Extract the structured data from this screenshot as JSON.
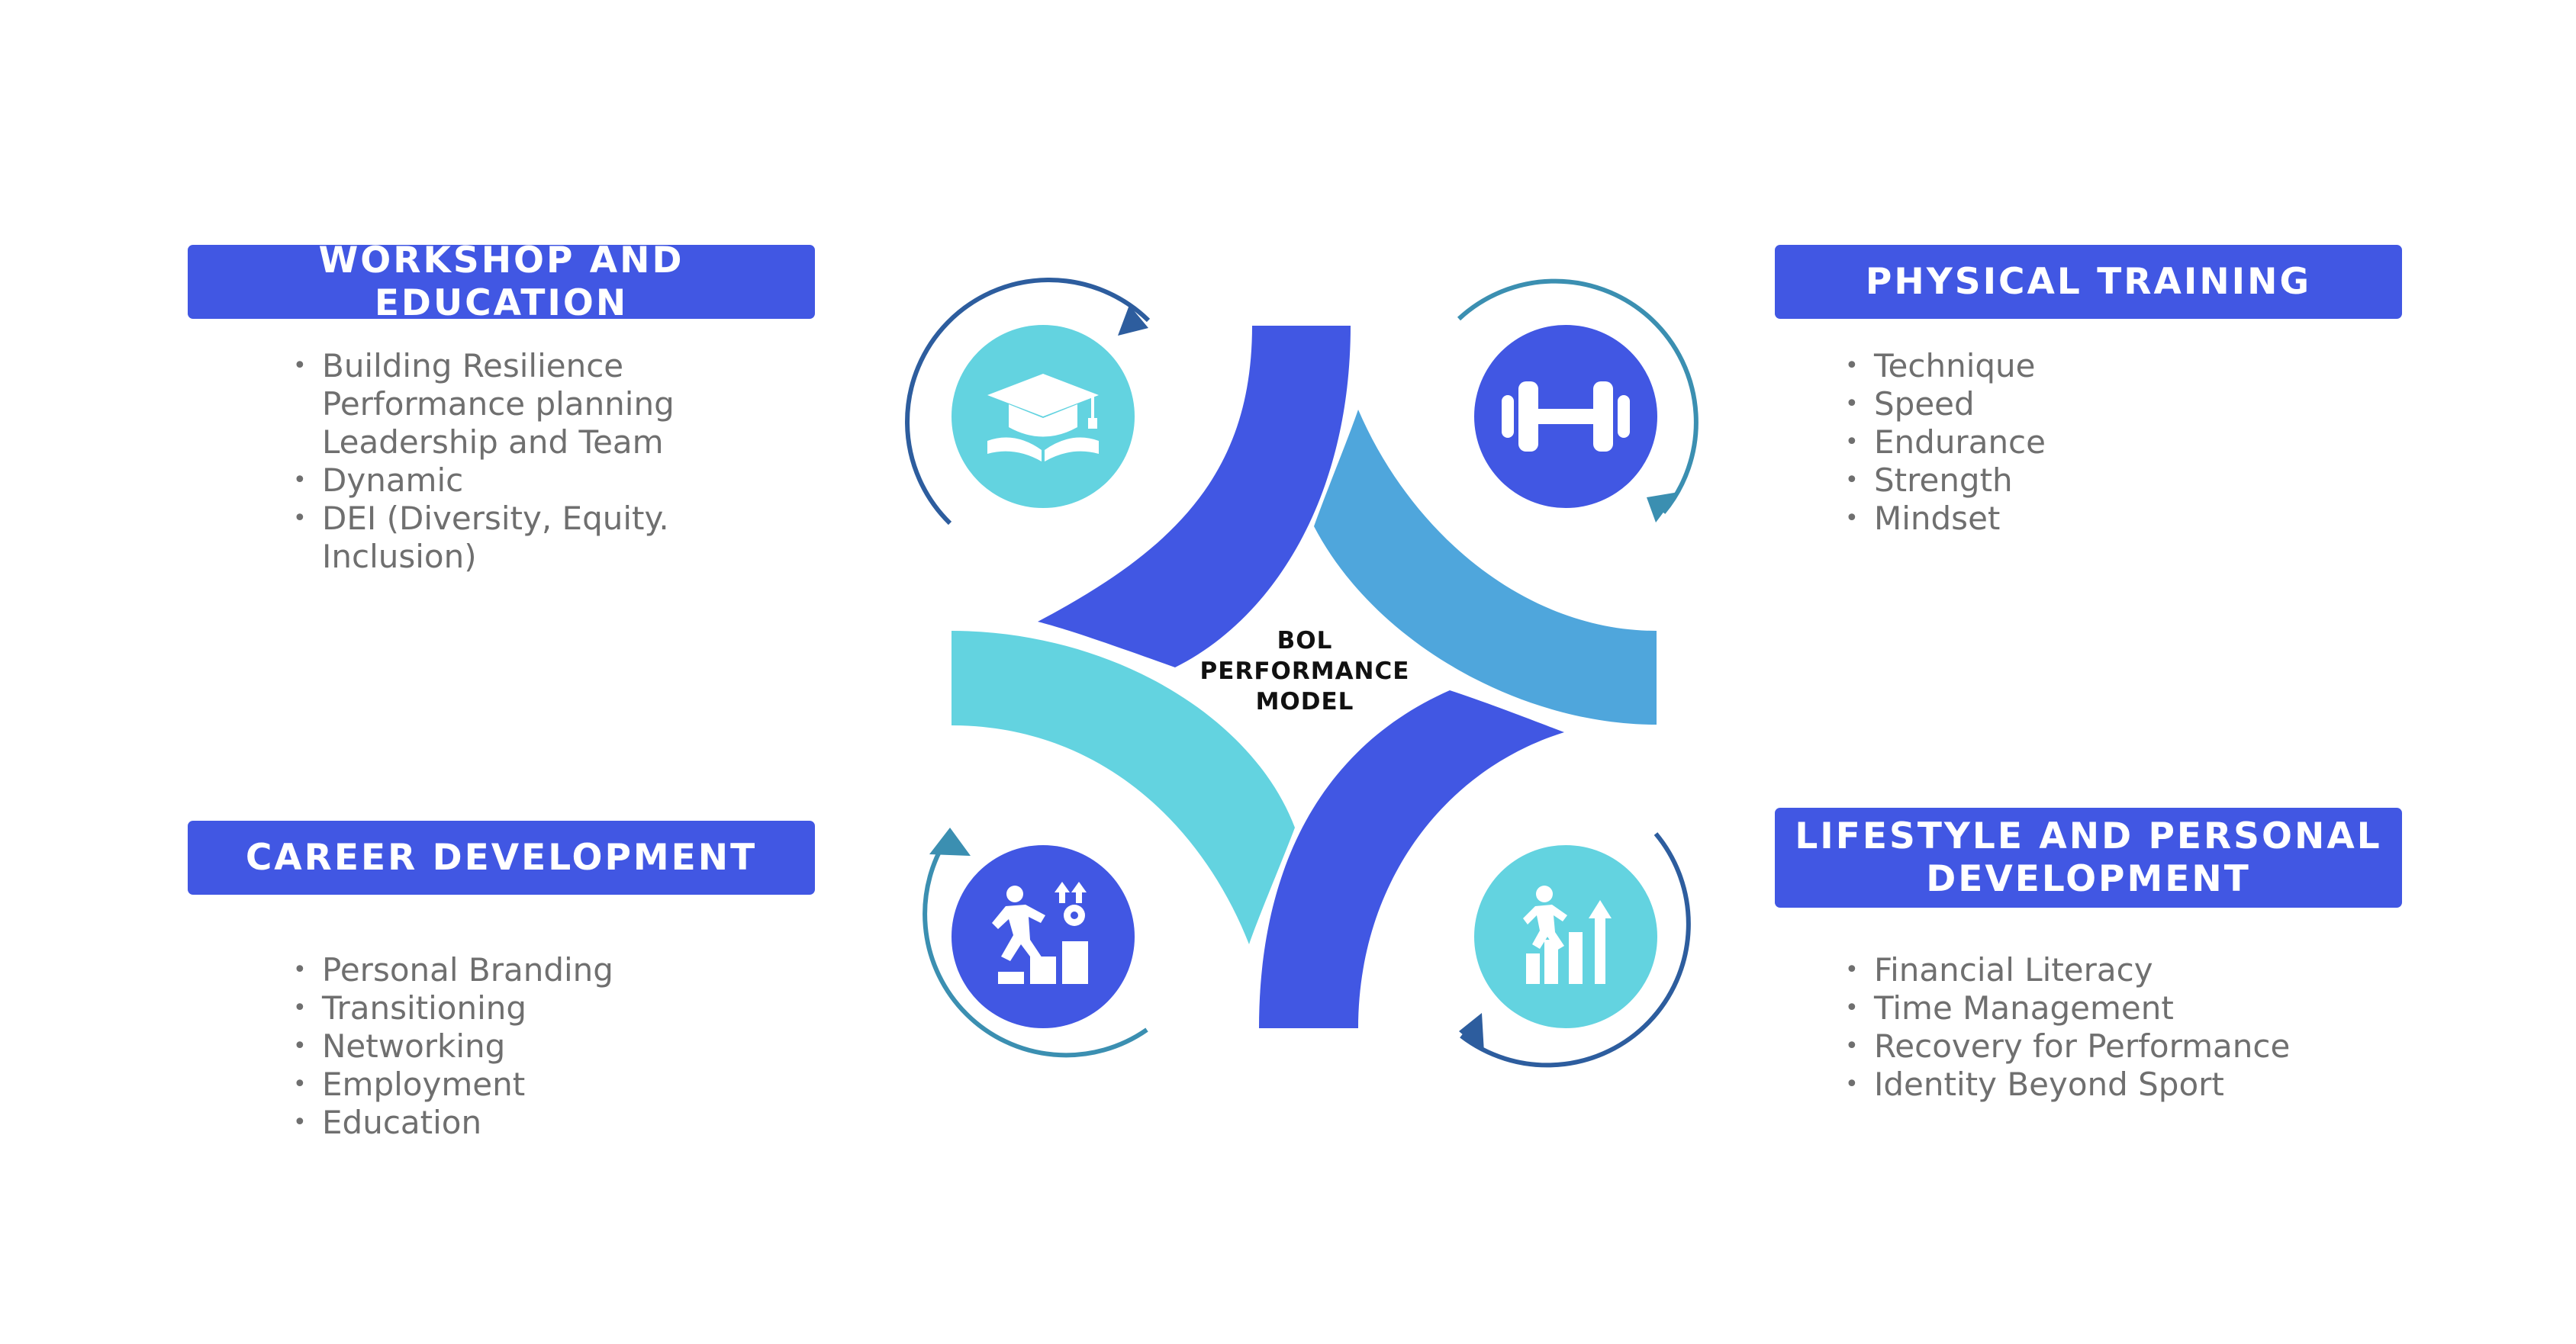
{
  "center": {
    "line1": "BOL",
    "line2": "PERFORMANCE",
    "line3": "MODEL"
  },
  "quadrants": {
    "workshop": {
      "title": "WORKSHOP AND EDUCATION",
      "items": [
        "Building Resilience",
        "Performance planning",
        "Leadership and Team",
        "Dynamic",
        "DEI (Diversity, Equity.",
        "Inclusion)"
      ],
      "icon": "graduation-cap-book-icon"
    },
    "physical": {
      "title": "PHYSICAL TRAINING",
      "items": [
        "Technique",
        "Speed",
        "Endurance",
        "Strength",
        "Mindset"
      ],
      "icon": "dumbbell-icon"
    },
    "career": {
      "title": "CAREER DEVELOPMENT",
      "items": [
        "Personal Branding",
        "Transitioning",
        "Networking",
        "Employment",
        "Education"
      ],
      "icon": "climbing-steps-icon"
    },
    "lifestyle": {
      "title_line1": "LIFESTYLE AND PERSONAL",
      "title_line2": "DEVELOPMENT",
      "items": [
        "Financial Literacy",
        "Time Management",
        "Recovery for Performance",
        "Identity Beyond Sport"
      ],
      "icon": "growth-steps-icon"
    }
  },
  "colors": {
    "royal_blue": "#4157e3",
    "sky_blue": "#4fa6dc",
    "cyan": "#63d3e0",
    "arrow_navy": "#2d5d9e",
    "arrow_teal": "#3b8fb1",
    "text_gray": "#6f6f6f"
  }
}
